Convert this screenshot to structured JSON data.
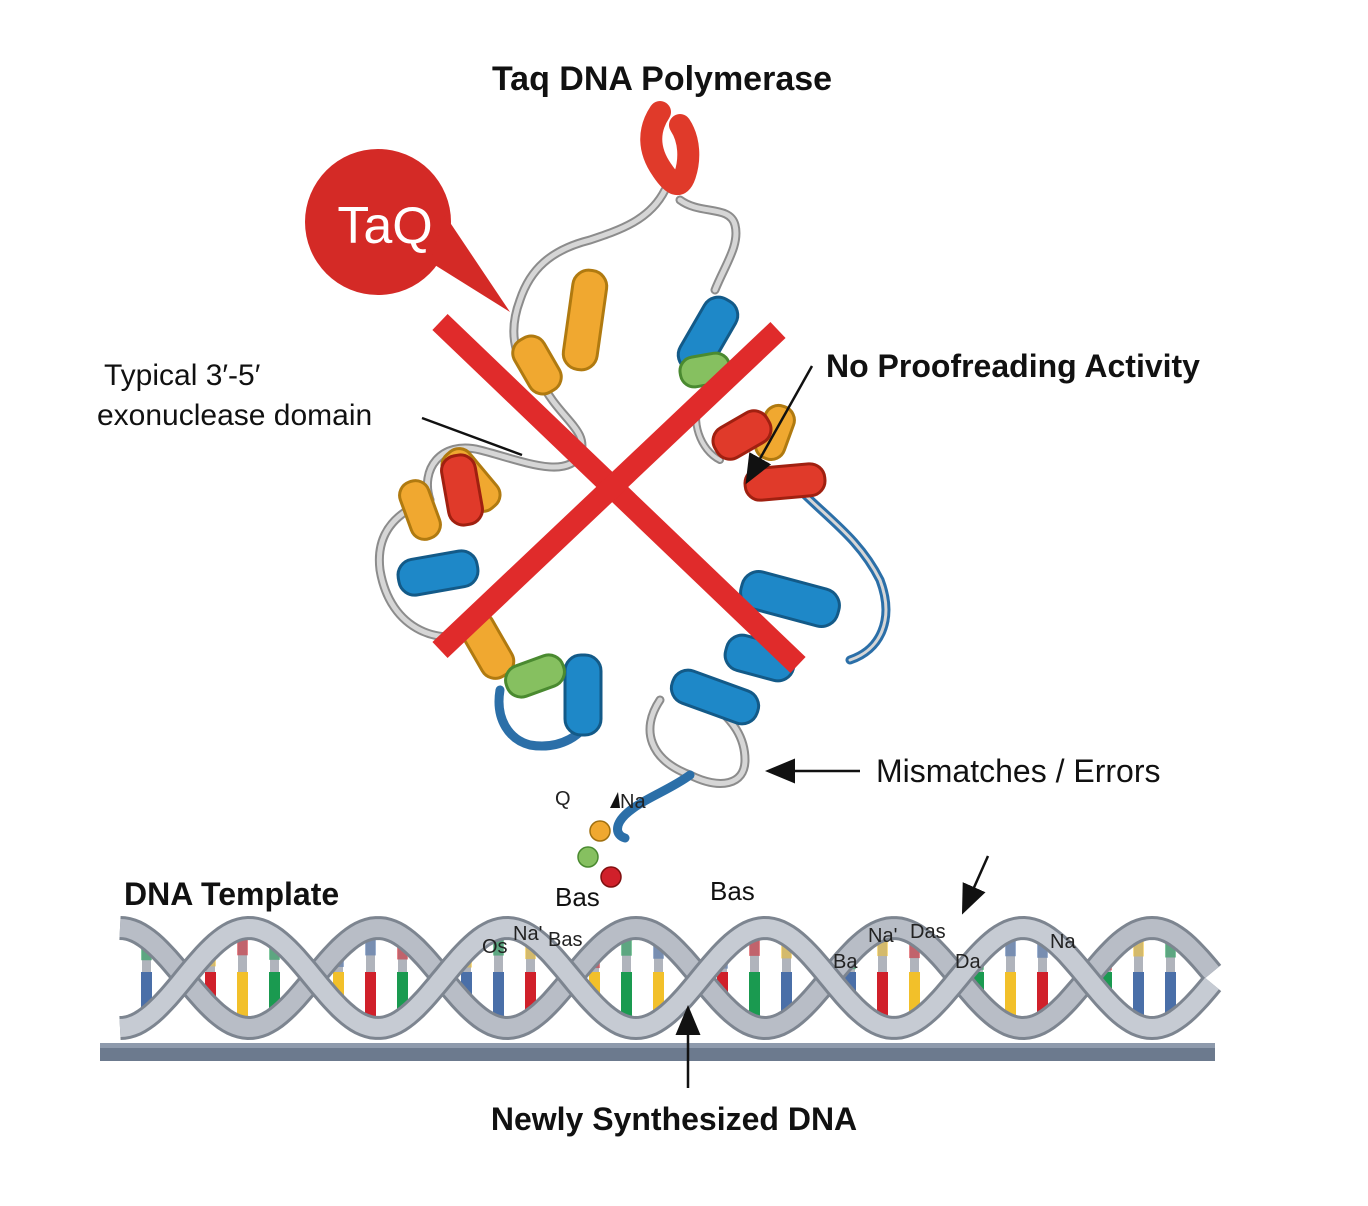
{
  "title": "Taq DNA Polymerase",
  "badge_text": "TaQ",
  "labels": {
    "exo_line1": "Typical 3′-5′",
    "exo_line2": "exonuclease domain",
    "no_proofreading": "No Proofreading Activity",
    "mismatches": "Mismatches / Errors",
    "dna_template": "DNA Template",
    "newly_synthesized": "Newly Synthesized DNA"
  },
  "base_labels": {
    "near_protein_1": "Q",
    "near_protein_2": "Na",
    "bas_1": "Bas",
    "bas_2": "Bas",
    "os": "Os",
    "na_1": "Na'",
    "bas_3": "Bas",
    "ba": "Ba",
    "na_2": "Na'",
    "das": "Das",
    "da": "Da",
    "na_3": "Na"
  },
  "colors": {
    "cross": "#e02b2b",
    "badge": "#d42a26",
    "helix_orange": "#f0a830",
    "helix_red": "#e03a2a",
    "helix_blue": "#1e88c8",
    "helix_green": "#86c060",
    "loop": "#b0b0b0",
    "dna_strand": "#a8aeb8",
    "dna_rail": "#6c7a8e",
    "base_red": "#d0202a",
    "base_green": "#1a9a50",
    "base_yellow": "#f2c02a",
    "base_blue": "#4a6fa8"
  },
  "icons": {
    "cross": "red-x-icon",
    "badge": "speech-bubble-icon"
  }
}
